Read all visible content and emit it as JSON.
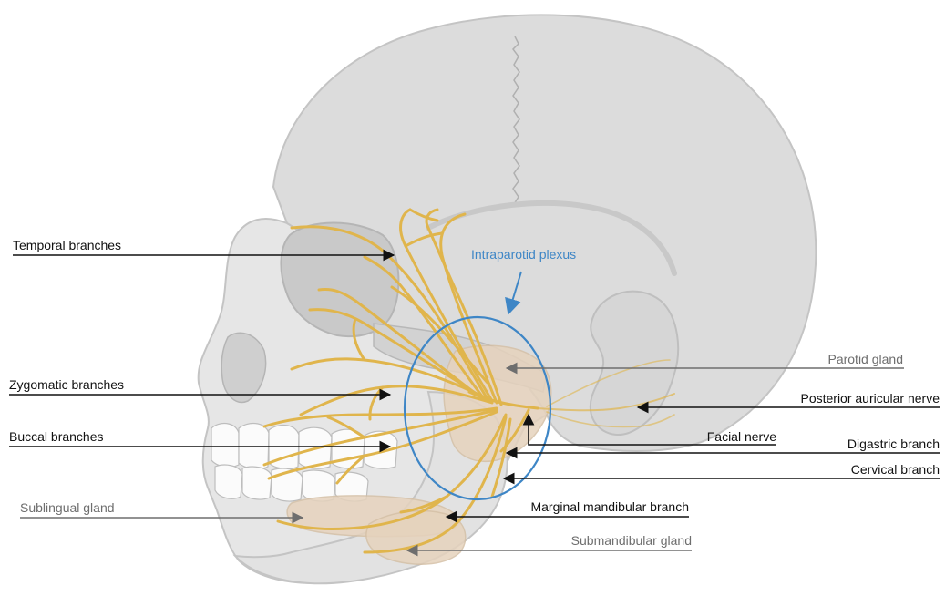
{
  "labels": {
    "temporal": "Temporal branches",
    "zygomatic": "Zygomatic branches",
    "buccal": "Buccal branches",
    "sublingual": "Sublingual gland",
    "intraparotid": "Intraparotid plexus",
    "parotid": "Parotid gland",
    "posterior_auricular": "Posterior auricular nerve",
    "facial": "Facial nerve",
    "digastric": "Digastric branch",
    "cervical": "Cervical branch",
    "marginal_mandibular": "Marginal mandibular branch",
    "submandibular": "Submandibular gland"
  },
  "colors": {
    "skull": "#d9d9d9",
    "skull_outline": "#bdbdbd",
    "nerve": "#e0b54c",
    "gland": "#e8d8c2",
    "plexus_circle": "#3e86c6",
    "leader_black": "#111111",
    "leader_gray": "#6e6e6e"
  }
}
